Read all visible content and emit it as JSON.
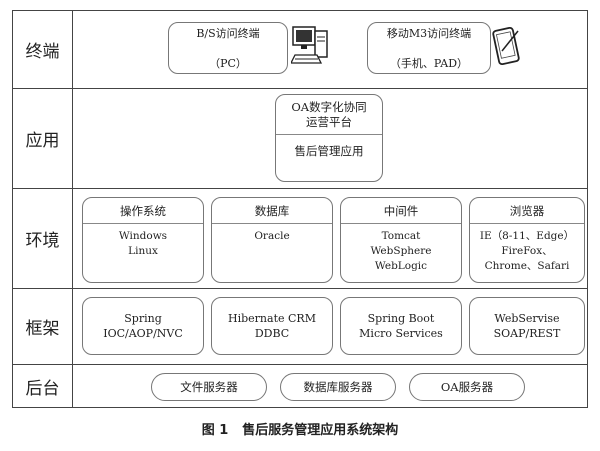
{
  "caption": {
    "number": "图 1",
    "text": "售后服务管理应用系统架构"
  },
  "rows": {
    "terminal": {
      "label": "终端",
      "pc": {
        "line1": "B/S访问终端",
        "line2": "（PC）"
      },
      "mobile": {
        "line1": "移动M3访问终端",
        "line2": "（手机、PAD）"
      },
      "icons": [
        "desktop-pc-icon",
        "tablet-pen-icon"
      ]
    },
    "application": {
      "label": "应用",
      "platform": {
        "line1": "OA数字化协同",
        "line2": "运营平台",
        "app": "售后管理应用"
      }
    },
    "environment": {
      "label": "环境",
      "os": {
        "title": "操作系统",
        "body": "Windows\nLinux"
      },
      "db": {
        "title": "数据库",
        "body": "Oracle"
      },
      "middleware": {
        "title": "中间件",
        "body": "Tomcat\nWebSphere\nWebLogic"
      },
      "browser": {
        "title": "浏览器",
        "body": "IE（8-11、Edge）\nFireFox、\nChrome、Safari"
      }
    },
    "framework": {
      "label": "框架",
      "spring": "Spring\nIOC/AOP/NVC",
      "hibernate": "Hibernate CRM\nDDBC",
      "springboot": "Spring Boot\nMicro Services",
      "webservise": "WebServise\nSOAP/REST"
    },
    "backend": {
      "label": "后台",
      "file_server": "文件服务器",
      "db_server": "数据库服务器",
      "oa_server": "OA服务器"
    }
  }
}
